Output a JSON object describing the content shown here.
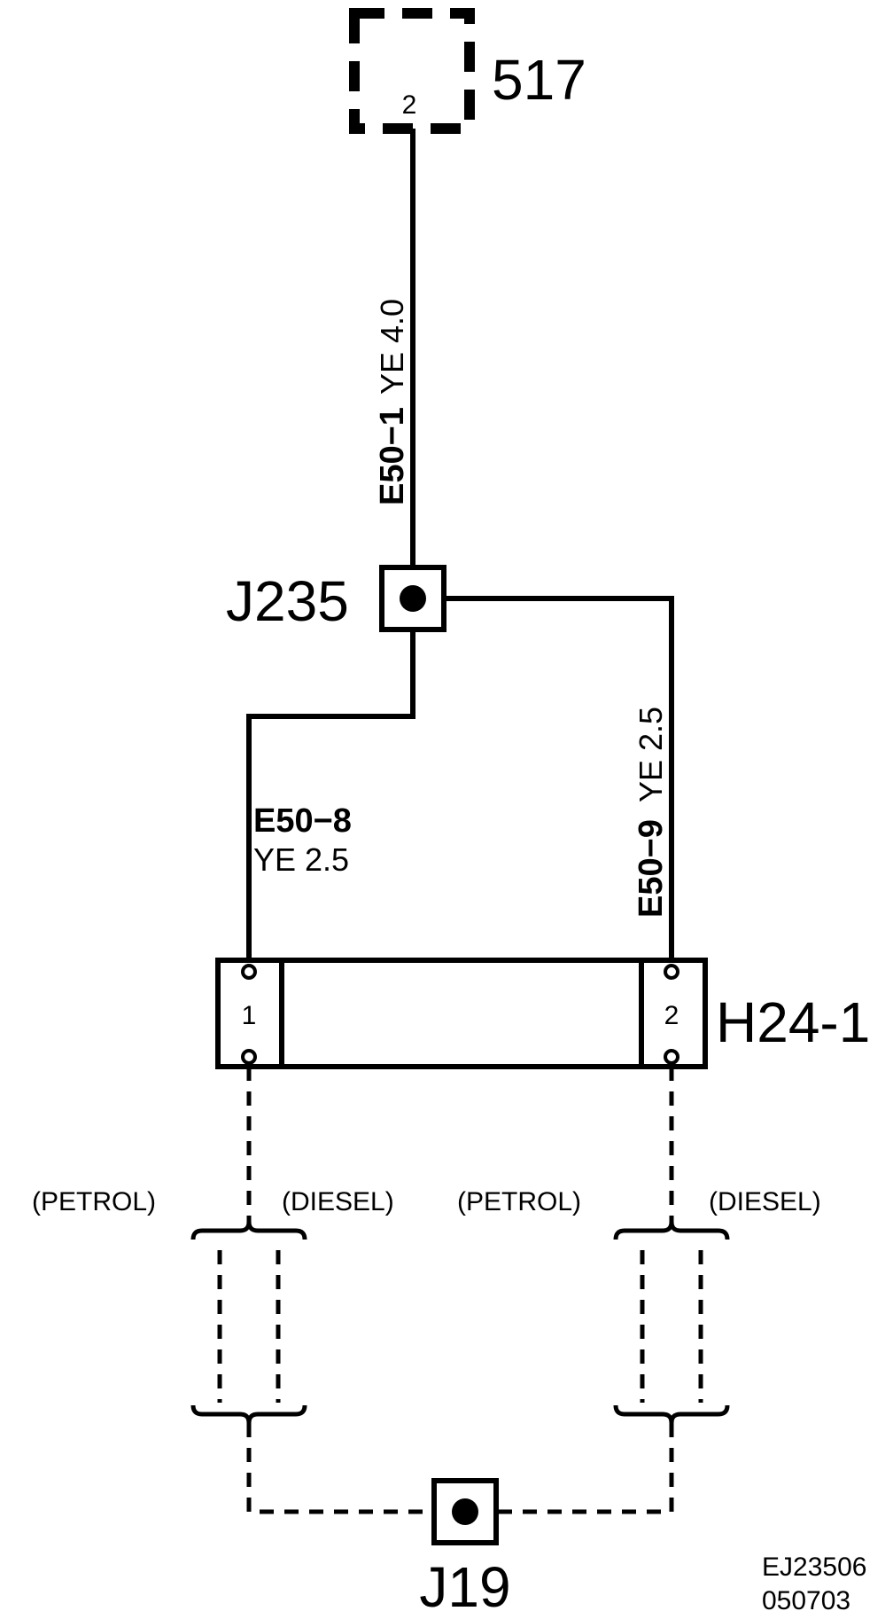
{
  "components": {
    "c517": {
      "label": "517",
      "pin": "2"
    },
    "j235": {
      "label": "J235"
    },
    "h241": {
      "label": "H24-1",
      "pin_left": "1",
      "pin_right": "2"
    },
    "j19": {
      "label": "J19"
    }
  },
  "wires": {
    "w1": {
      "id": "E50−1",
      "spec": "YE 4.0"
    },
    "w8": {
      "id": "E50−8",
      "spec": "YE 2.5"
    },
    "w9": {
      "id": "E50−9",
      "spec": "YE 2.5"
    }
  },
  "variants": {
    "left_petrol": "(PETROL)",
    "left_diesel": "(DIESEL)",
    "right_petrol": "(PETROL)",
    "right_diesel": "(DIESEL)"
  },
  "reference": {
    "code": "EJ23506",
    "date": "050703"
  }
}
